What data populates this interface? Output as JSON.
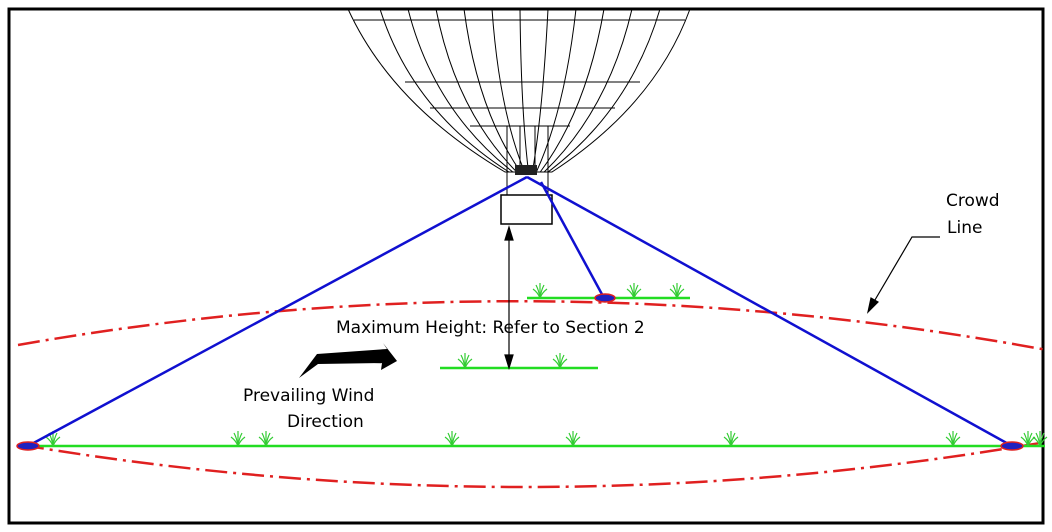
{
  "labels": {
    "crowd_line_1": "Crowd",
    "crowd_line_2": "Line",
    "max_height": "Maximum Height: Refer to Section 2",
    "wind_1": "Prevailing Wind",
    "wind_2": "Direction"
  },
  "colors": {
    "tether": "#1010d0",
    "crowd_line": "#e02020",
    "ground": "#22dd22",
    "grass": "#33cc33",
    "outline": "#000000"
  }
}
